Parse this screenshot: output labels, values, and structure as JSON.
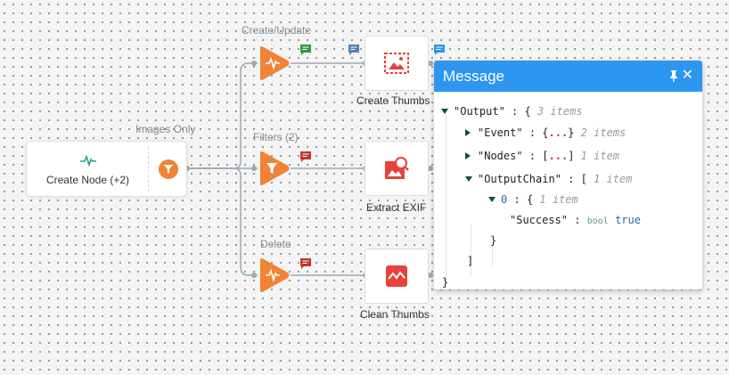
{
  "labels": {
    "create_update": "Create/Update",
    "images_only": "Images Only",
    "filters": "Filters (2)",
    "delete": "Delete"
  },
  "source_node": {
    "title": "Create Node (+2)"
  },
  "outputs": {
    "create_thumbs": "Create Thumbs",
    "extract_exif": "Extract EXIF",
    "clean_thumbs": "Clean Thumbs"
  },
  "colors": {
    "accent_orange": "#f08335",
    "output_red": "#e8413b",
    "badge_green": "#2e9e3c",
    "badge_red": "#c0392b",
    "badge_blue": "#2c96f0",
    "panel_header": "#2c96f0"
  },
  "message": {
    "title": "Message",
    "close": "✕",
    "tree": {
      "root_key": "\"Output\"",
      "root_meta": "3 items",
      "event_key": "\"Event\"",
      "event_meta": "2 items",
      "nodes_key": "\"Nodes\"",
      "nodes_meta": "1 item",
      "chain_key": "\"OutputChain\"",
      "chain_meta": "1 item",
      "item0_idx": "0",
      "item0_meta": "1 item",
      "success_key": "\"Success\"",
      "success_type": "bool",
      "success_value": "true",
      "dots": "...",
      "colon": ":",
      "open_brace": "{",
      "close_brace": "}",
      "open_bracket": "[",
      "close_bracket": "]"
    }
  },
  "icons": [
    "pulse-icon",
    "filter-icon",
    "image-icon",
    "image-search-icon",
    "broken-image-icon",
    "comment-icon",
    "pin-icon",
    "close-icon"
  ]
}
